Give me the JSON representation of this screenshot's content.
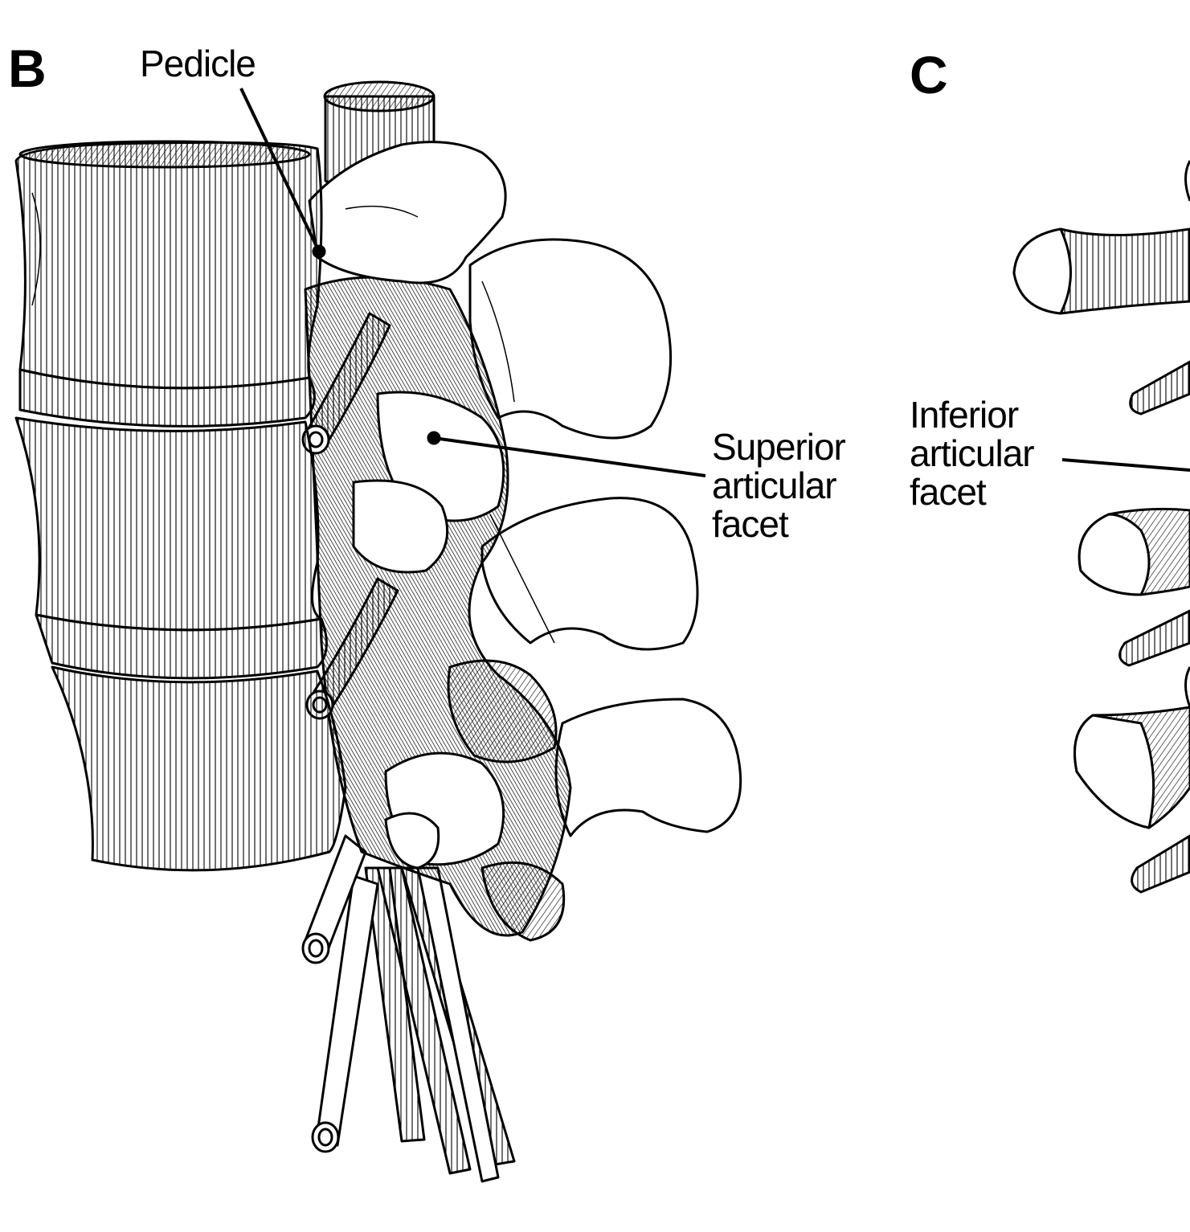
{
  "panels": {
    "b": {
      "letter": "B"
    },
    "c": {
      "letter": "C"
    }
  },
  "labels": {
    "pedicle": "Pedicle",
    "superior_facet": [
      "Superior",
      "articular",
      "facet"
    ],
    "inferior_facet": [
      "Inferior",
      "articular",
      "facet"
    ]
  },
  "colors": {
    "ink": "#000000",
    "paper": "#ffffff"
  }
}
